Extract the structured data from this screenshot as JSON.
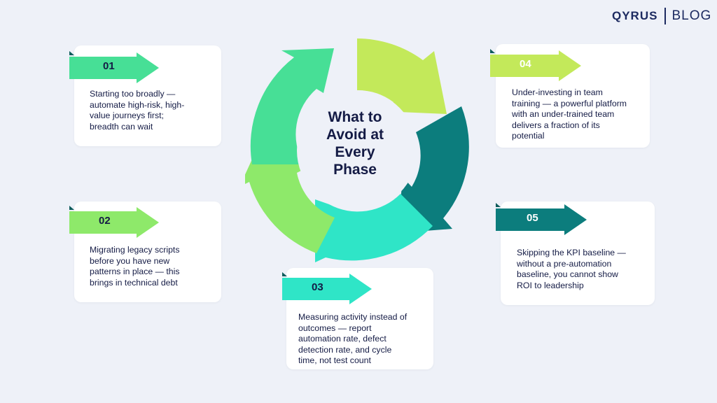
{
  "brand": {
    "logo_text": "QYRUS",
    "blog_text": "BLOG",
    "color": "#1c2a60"
  },
  "center": {
    "title_lines": [
      "What to",
      "Avoid at",
      "Every",
      "Phase"
    ]
  },
  "items": [
    {
      "number": "01",
      "text_lines": [
        "Starting too broadly —",
        "automate high-risk, high-",
        "value journeys first;",
        "breadth can wait"
      ],
      "arrow_color": "#47df96",
      "number_color": "#141b45"
    },
    {
      "number": "02",
      "text_lines": [
        "Migrating legacy scripts",
        "before you have new",
        "patterns in place — this",
        "brings in technical debt"
      ],
      "arrow_color": "#8ee96a",
      "number_color": "#141b45"
    },
    {
      "number": "03",
      "text_lines": [
        "Measuring activity instead of",
        "outcomes — report",
        "automation rate, defect",
        "detection rate, and cycle",
        "time, not test count"
      ],
      "arrow_color": "#2fe5c7",
      "number_color": "#141b45"
    },
    {
      "number": "04",
      "text_lines": [
        "Under-investing in team",
        "training — a powerful platform",
        "with an under-trained team",
        "delivers a fraction of its",
        "potential"
      ],
      "arrow_color": "#c3e95a",
      "number_color": "#ffffff"
    },
    {
      "number": "05",
      "text_lines": [
        "Skipping the KPI baseline —",
        "without a pre-automation",
        "baseline, you cannot show",
        "ROI to leadership"
      ],
      "arrow_color": "#0c7d7d",
      "number_color": "#ffffff"
    }
  ],
  "colors": {
    "background": "#eef1f8",
    "text": "#141b45",
    "badge_fold": "#0f5c5c"
  }
}
